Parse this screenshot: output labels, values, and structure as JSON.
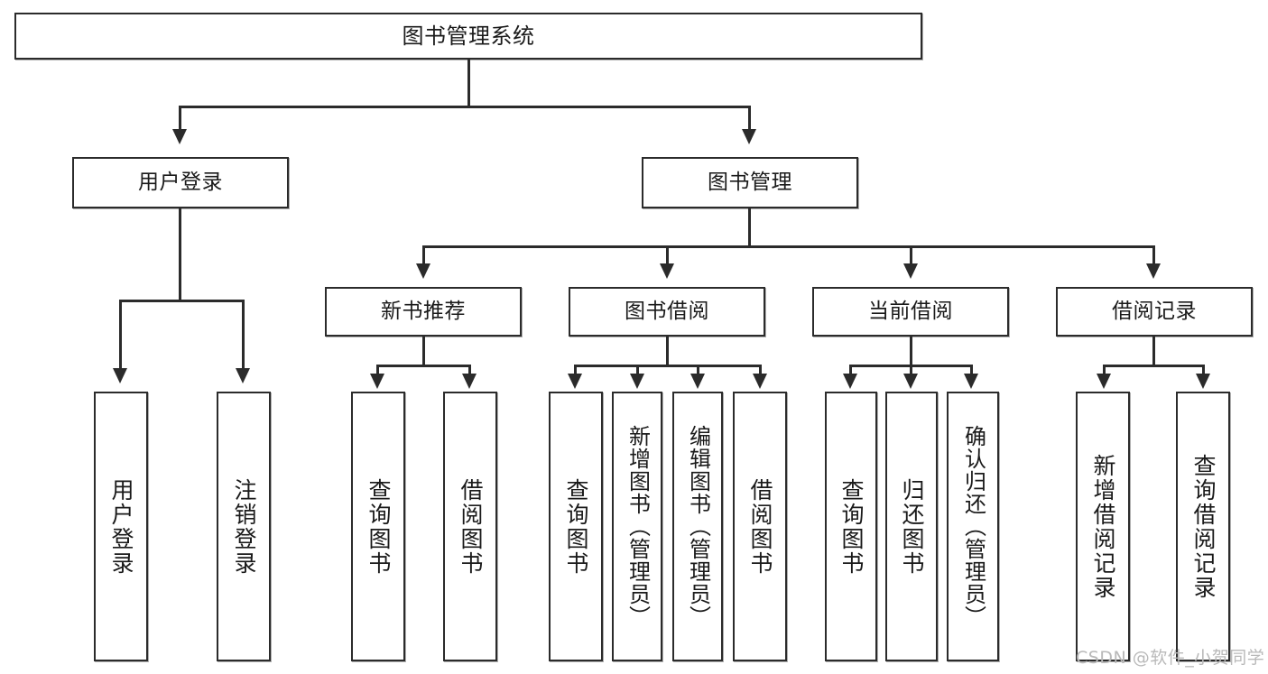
{
  "diagram": {
    "title": "图书管理系统",
    "type": "tree-hierarchy",
    "watermark": "CSDN @软件_小贺同学",
    "colors": {
      "stroke": "#2b2b2b",
      "fill": "#ffffff",
      "text": "#1a1a1a",
      "watermark": "#b9b9b9"
    },
    "root": {
      "label": "图书管理系统"
    },
    "level1": [
      {
        "label": "用户登录"
      },
      {
        "label": "图书管理"
      }
    ],
    "level2": [
      {
        "label": "新书推荐"
      },
      {
        "label": "图书借阅"
      },
      {
        "label": "当前借阅"
      },
      {
        "label": "借阅记录"
      }
    ],
    "leaves": {
      "user_login": [
        {
          "label": "用户登录"
        },
        {
          "label": "注销登录"
        }
      ],
      "new_book": [
        {
          "label": "查询图书"
        },
        {
          "label": "借阅图书"
        }
      ],
      "book_borrow": [
        {
          "label": "查询图书"
        },
        {
          "label": "新增图书（管理员）"
        },
        {
          "label": "编辑图书（管理员）"
        },
        {
          "label": "借阅图书"
        }
      ],
      "current_borrow": [
        {
          "label": "查询图书"
        },
        {
          "label": "归还图书"
        },
        {
          "label": "确认归还（管理员）"
        }
      ],
      "borrow_record": [
        {
          "label": "新增借阅记录"
        },
        {
          "label": "查询借阅记录"
        }
      ]
    }
  }
}
